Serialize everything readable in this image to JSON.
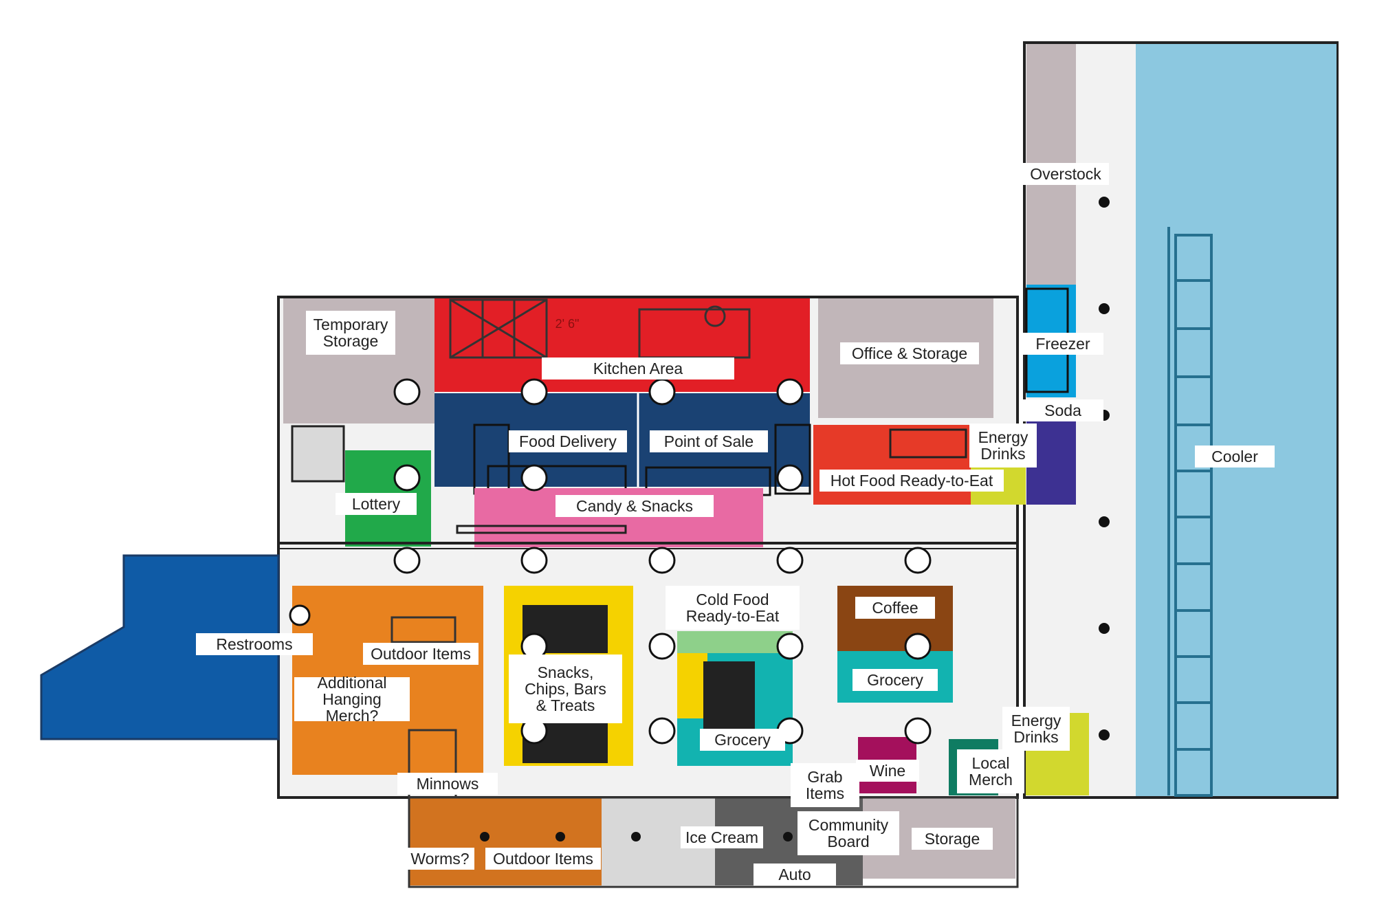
{
  "map": {
    "colors": {
      "storage_gray": "#c1b6b9",
      "kitchen_red": "#e21f26",
      "checkout_navy": "#1a4273",
      "candy_pink": "#e86aa3",
      "lottery_green": "#21a94a",
      "orange": "#e8821f",
      "yellow": "#f5d200",
      "teal": "#12b3b0",
      "brown": "#8a4513",
      "wine_magenta": "#a4105c",
      "local_green": "#0f7c62",
      "restroom_blue": "#0f5ba6",
      "hot_food_red": "#e63a28",
      "soda_purple": "#3d3192",
      "freezer_blue": "#0aa1dd",
      "cooler_blue": "#8cc8e0",
      "light_yellow": "#d2d82e",
      "floor": "#f2f2f2"
    },
    "labels": {
      "overstock": "Overstock",
      "freezer": "Freezer",
      "soda": "Soda",
      "cooler": "Cooler",
      "temporary_storage": "Temporary\nStorage",
      "kitchen_area": "Kitchen Area",
      "office_storage": "Office & Storage",
      "food_delivery": "Food Delivery",
      "point_of_sale": "Point of Sale",
      "energy_drinks_top": "Energy\nDrinks",
      "hot_food": "Hot Food Ready-to-Eat",
      "candy_snacks": "Candy & Snacks",
      "lottery": "Lottery",
      "restrooms": "Restrooms",
      "outdoor_items_left": "Outdoor Items",
      "additional_hanging": "Additional\nHanging Merch?",
      "snacks_chips": "Snacks,\nChips, Bars\n& Treats",
      "cold_food": "Cold Food\nReady-to-Eat",
      "grocery_center": "Grocery",
      "coffee": "Coffee",
      "grocery_right": "Grocery",
      "energy_drinks_bottom": "Energy\nDrinks",
      "local_merch": "Local\nMerch",
      "wine": "Wine",
      "grab_items": "Grab\nItems",
      "minnows": "Minnows",
      "community_board": "Community\nBoard",
      "storage": "Storage",
      "ice_cream": "Ice Cream",
      "auto": "Auto",
      "worms": "Worms?",
      "outdoor_items_bottom": "Outdoor Items",
      "kitchen_sign": "2' 6\""
    }
  }
}
